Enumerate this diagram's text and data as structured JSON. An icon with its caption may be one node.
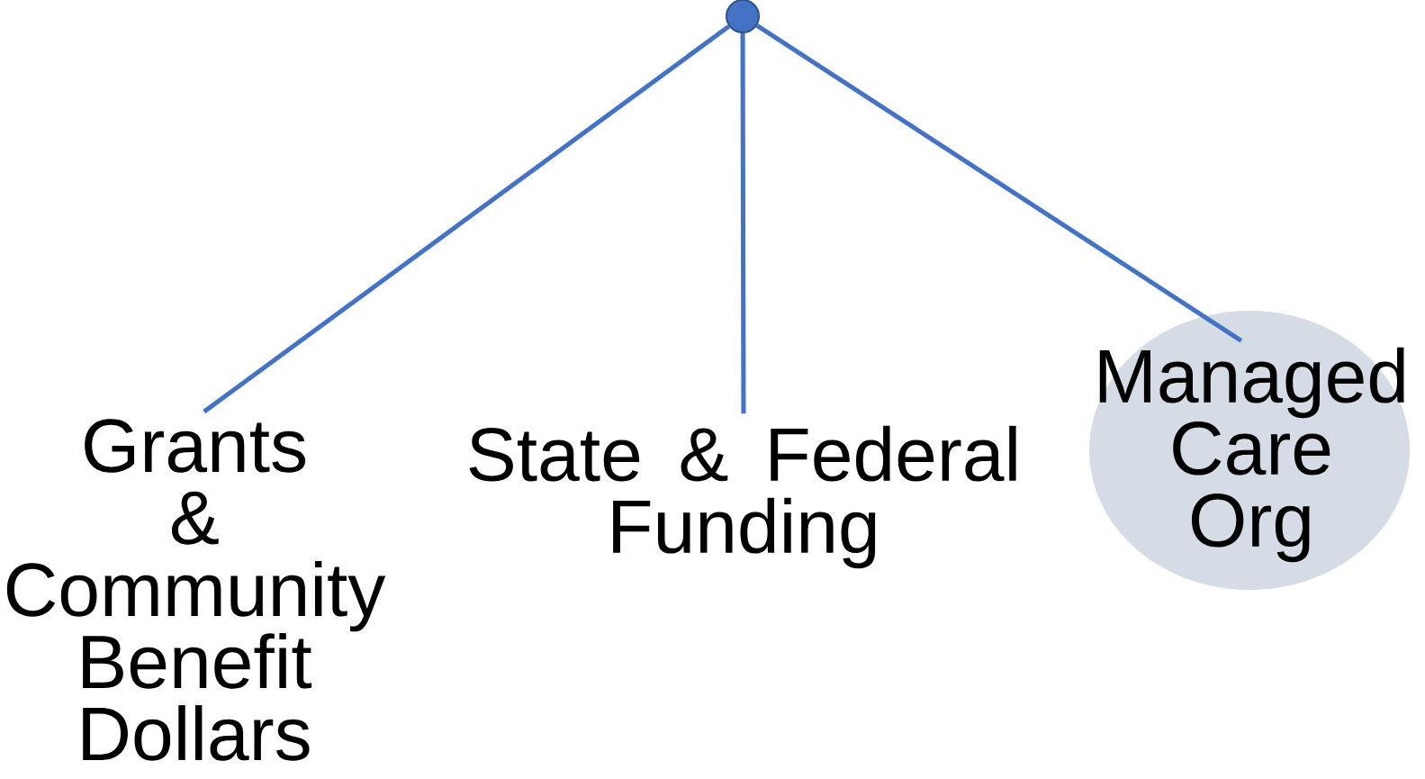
{
  "diagram": {
    "nodes": [
      {
        "text": [],
        "shape": "circle"
      },
      {
        "text": [
          "Grants & Community Benefit Dollars"
        ]
      },
      {
        "text": [
          "State & Federal Funding"
        ]
      },
      {
        "text": [
          "Managed Care Org"
        ]
      }
    ],
    "edges": [
      {
        "from": 0,
        "to": 1,
        "arrow": "none"
      },
      {
        "from": 0,
        "to": 2,
        "arrow": "none"
      },
      {
        "from": 0,
        "to": 3,
        "arrow": "none"
      }
    ]
  }
}
